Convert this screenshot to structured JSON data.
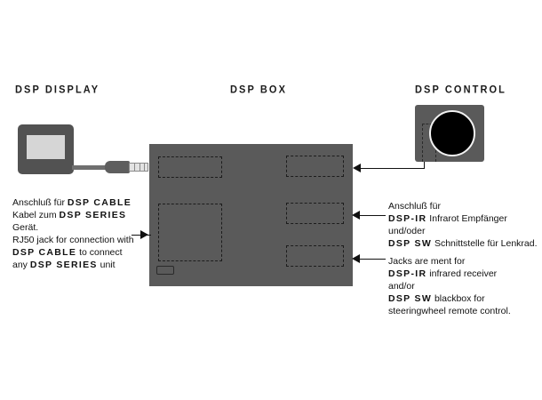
{
  "headings": {
    "display": "DSP DISPLAY",
    "box": "DSP BOX",
    "control": "DSP CONTROL"
  },
  "notes": {
    "left": {
      "lines": [
        [
          {
            "t": "Anschluß für ",
            "b": false
          },
          {
            "t": "DSP CABLE",
            "b": true
          }
        ],
        [
          {
            "t": "Kabel zum ",
            "b": false
          },
          {
            "t": "DSP SERIES",
            "b": true
          }
        ],
        [
          {
            "t": "Gerät.",
            "b": false
          }
        ],
        [
          {
            "t": "RJ50 jack for connection with",
            "b": false
          }
        ],
        [
          {
            "t": "DSP CABLE",
            "b": true
          },
          {
            "t": " to connect",
            "b": false
          }
        ],
        [
          {
            "t": "any ",
            "b": false
          },
          {
            "t": "DSP SERIES",
            "b": true
          },
          {
            "t": " unit",
            "b": false
          }
        ]
      ]
    },
    "german": {
      "lines": [
        [
          {
            "t": "Anschluß für",
            "b": false
          }
        ],
        [
          {
            "t": "DSP-IR",
            "b": true
          },
          {
            "t": " Infrarot Empfänger",
            "b": false
          }
        ],
        [
          {
            "t": "und/oder",
            "b": false
          }
        ],
        [
          {
            "t": "DSP SW",
            "b": true
          },
          {
            "t": " Schnittstelle für Lenkrad.",
            "b": false
          }
        ]
      ]
    },
    "english": {
      "lines": [
        [
          {
            "t": "Jacks are ment for",
            "b": false
          }
        ],
        [
          {
            "t": "DSP-IR",
            "b": true
          },
          {
            "t": " infrared receiver",
            "b": false
          }
        ],
        [
          {
            "t": "and/or",
            "b": false
          }
        ],
        [
          {
            "t": "DSP SW",
            "b": true
          },
          {
            "t": " blackbox for",
            "b": false
          }
        ],
        [
          {
            "t": "steeringwheel remote control.",
            "b": false
          }
        ]
      ]
    }
  },
  "colors": {
    "background": "#ffffff",
    "device_body": "#5a5a5a",
    "display_body": "#525252",
    "display_screen": "#d6d6d6",
    "knob": "#000000",
    "knob_ring": "#f2f2f2",
    "line": "#111111",
    "text": "#111111"
  }
}
